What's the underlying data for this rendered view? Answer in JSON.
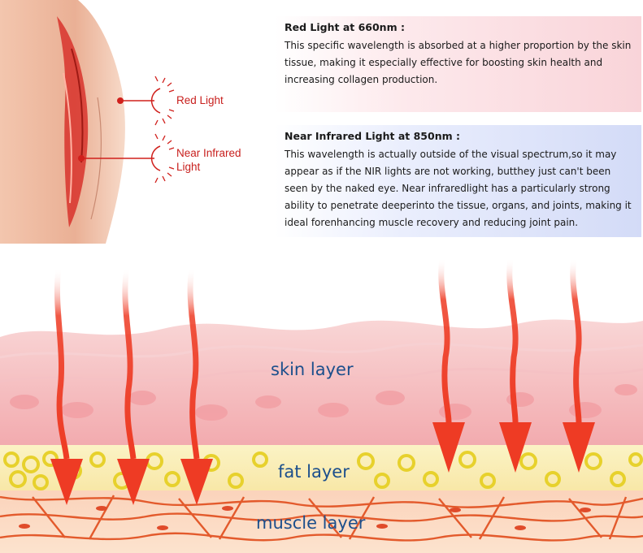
{
  "arm_labels": {
    "red_light": "Red Light",
    "near_infrared": "Near Infrared Light"
  },
  "red_panel": {
    "title": "Red Light at 660nm :",
    "body": "This specific wavelength is absorbed at a higher proportion by the skin tissue, making it especially effective for boosting skin health and increasing collagen production."
  },
  "nir_panel": {
    "title": "Near Infrared Light at 850nm :",
    "body": "This wavelength is actually outside of the visual spectrum,so it may appear as if the NIR lights are not working, butthey just can't been seen by the naked eye. Near infraredlight has a particularly strong ability to penetrate deeperinto the tissue, organs, and joints, making it ideal forenhancing muscle recovery and reducing joint pain."
  },
  "layers": {
    "skin": "skin layer",
    "fat": "fat layer",
    "muscle": "muscle layer"
  },
  "colors": {
    "arrow": "#ee3b24",
    "skin": "#f6bfc2",
    "fat": "#f2e45a",
    "muscle": "#e96b3a",
    "label_blue": "#1c4f8c",
    "label_red": "#c8201e"
  }
}
